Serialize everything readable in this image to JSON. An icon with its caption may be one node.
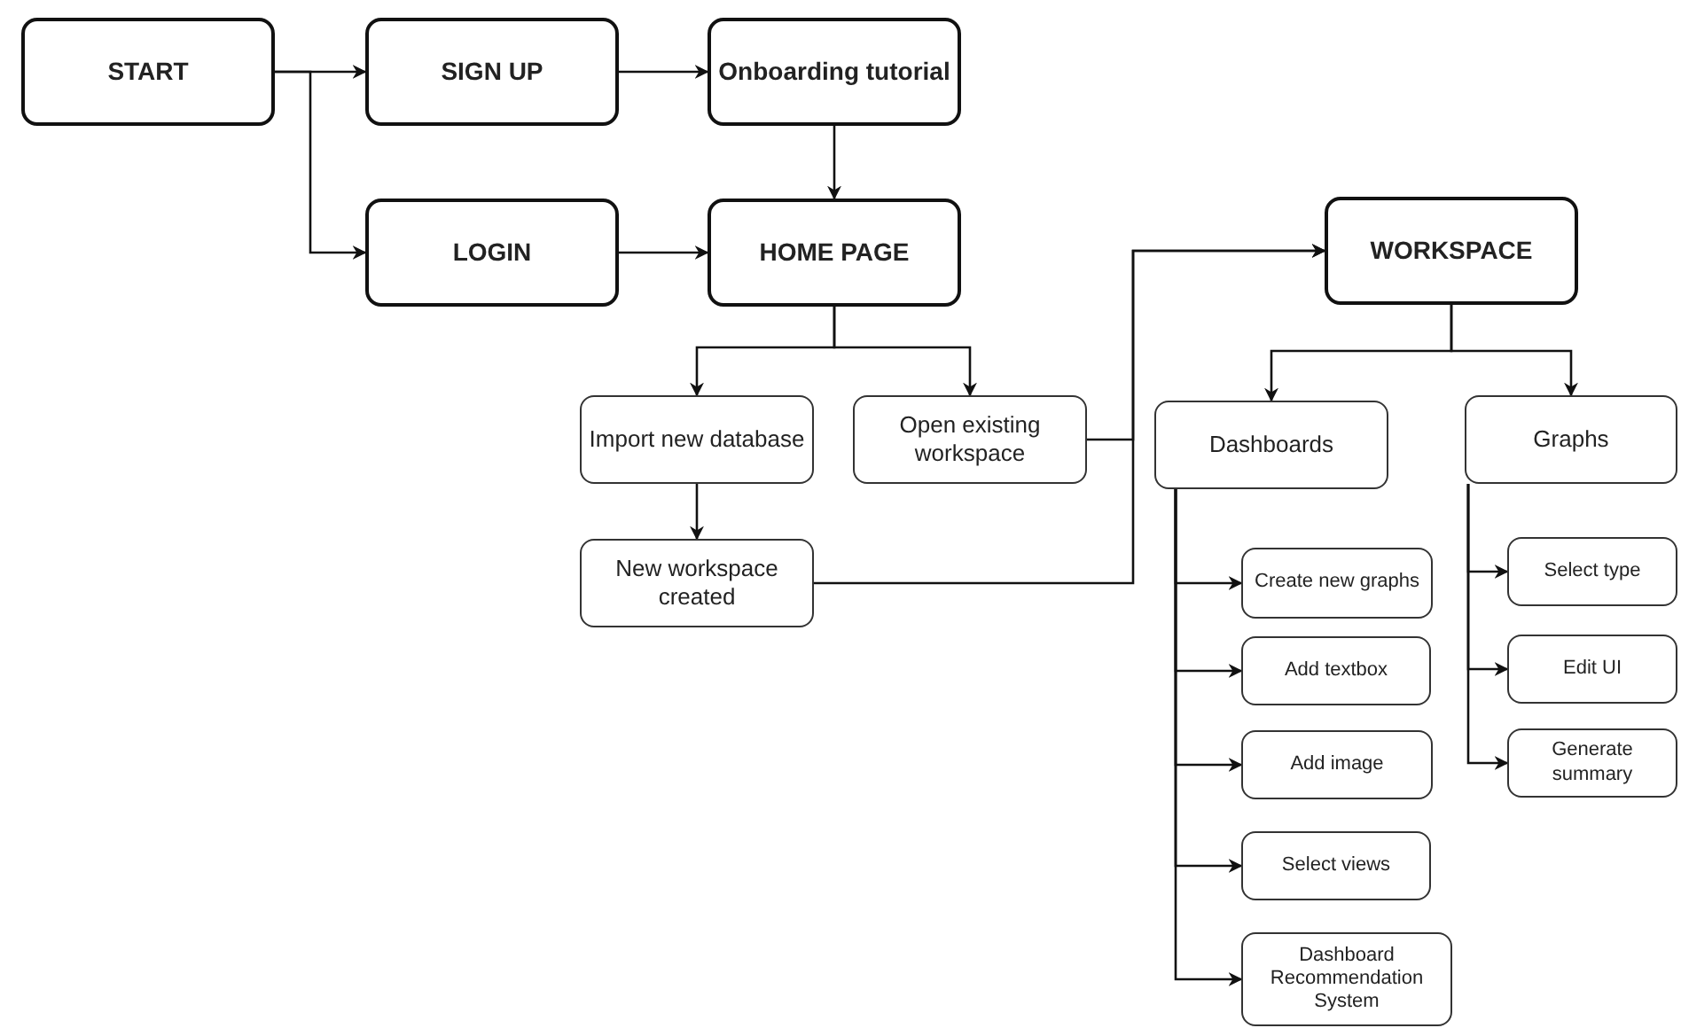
{
  "diagram": {
    "nodes": [
      {
        "text": [
          "START"
        ]
      },
      {
        "text": [
          "SIGN UP"
        ]
      },
      {
        "text": [
          "Onboarding tutorial"
        ]
      },
      {
        "text": [
          "LOGIN"
        ]
      },
      {
        "text": [
          "HOME PAGE"
        ]
      },
      {
        "text": [
          "Import new database"
        ]
      },
      {
        "text": [
          "Open existing workspace"
        ]
      },
      {
        "text": [
          "New workspace created"
        ]
      },
      {
        "text": [
          "WORKSPACE"
        ]
      },
      {
        "text": [
          "Dashboards"
        ]
      },
      {
        "text": [
          "Graphs"
        ]
      },
      {
        "text": [
          "Create new graphs"
        ]
      },
      {
        "text": [
          "Add textbox"
        ]
      },
      {
        "text": [
          "Add image"
        ]
      },
      {
        "text": [
          "Select views"
        ]
      },
      {
        "text": [
          "Dashboard Recommendation System"
        ]
      },
      {
        "text": [
          "Select type"
        ]
      },
      {
        "text": [
          "Edit UI"
        ]
      },
      {
        "text": [
          "Generate summary"
        ]
      }
    ],
    "edges": [
      {
        "from": 0,
        "to": 1,
        "arrow": "to"
      },
      {
        "from": 0,
        "to": 3,
        "arrow": "to"
      },
      {
        "from": 1,
        "to": 2,
        "arrow": "to"
      },
      {
        "from": 2,
        "to": 4,
        "arrow": "to"
      },
      {
        "from": 3,
        "to": 4,
        "arrow": "to"
      },
      {
        "from": 4,
        "to": 5,
        "arrow": "to"
      },
      {
        "from": 4,
        "to": 6,
        "arrow": "to"
      },
      {
        "from": 5,
        "to": 7,
        "arrow": "to"
      },
      {
        "from": 6,
        "to": 8,
        "arrow": "to"
      },
      {
        "from": 7,
        "to": 8,
        "arrow": "to"
      },
      {
        "from": 8,
        "to": 9,
        "arrow": "to"
      },
      {
        "from": 8,
        "to": 10,
        "arrow": "to"
      },
      {
        "from": 9,
        "to": 11,
        "arrow": "to"
      },
      {
        "from": 9,
        "to": 12,
        "arrow": "to"
      },
      {
        "from": 9,
        "to": 13,
        "arrow": "to"
      },
      {
        "from": 9,
        "to": 14,
        "arrow": "to"
      },
      {
        "from": 9,
        "to": 15,
        "arrow": "to"
      },
      {
        "from": 10,
        "to": 16,
        "arrow": "to"
      },
      {
        "from": 10,
        "to": 17,
        "arrow": "to"
      },
      {
        "from": 10,
        "to": 18,
        "arrow": "to"
      }
    ]
  }
}
